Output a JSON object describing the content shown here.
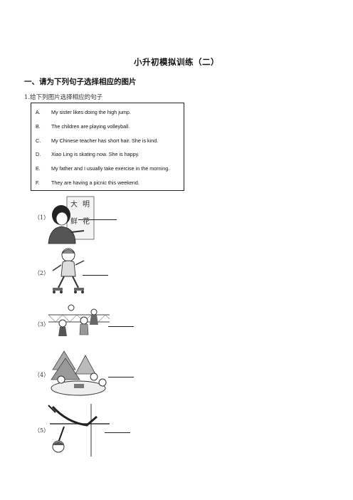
{
  "title": "小升初模拟训练（二）",
  "section_heading": "一、请为下列句子选择相应的图片",
  "instruction": "1.给下列图片选择相应的句子",
  "options": [
    {
      "letter": "A.",
      "text": "My sister likes doing the high jump."
    },
    {
      "letter": "B.",
      "text": "The children are playing volleyball."
    },
    {
      "letter": "C.",
      "text": "My Chinese teacher has short hair. She is kind."
    },
    {
      "letter": "D.",
      "text": "Xiao Ling is skating now. She is happy."
    },
    {
      "letter": "E.",
      "text": "My father and I usually take exercise in the morning."
    },
    {
      "letter": "F.",
      "text": "They are having a picnic this weekend."
    }
  ],
  "questions": [
    {
      "number": "（1）",
      "picture": "teacher-at-blackboard",
      "board_chars": [
        "大",
        "明",
        "鲜",
        "花"
      ]
    },
    {
      "number": "（2）",
      "picture": "girl-roller-skating"
    },
    {
      "number": "（3）",
      "picture": "children-playing-volleyball"
    },
    {
      "number": "（4）",
      "picture": "family-picnic"
    },
    {
      "number": "（5）",
      "picture": "girl-high-jump"
    }
  ]
}
